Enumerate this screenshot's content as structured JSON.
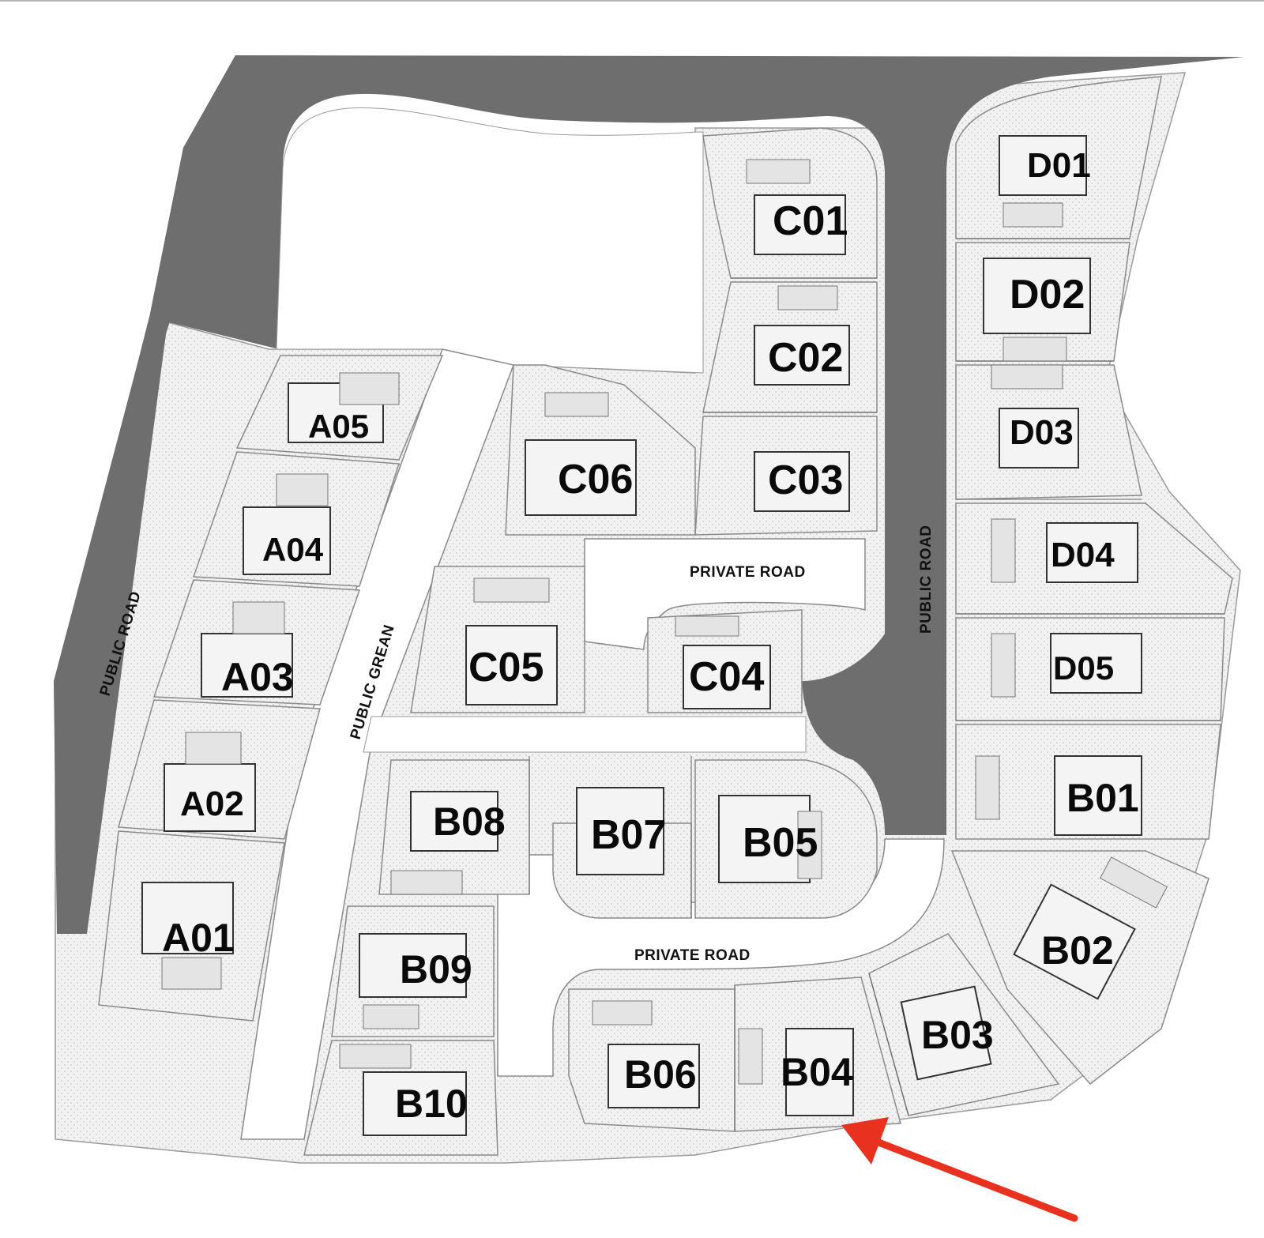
{
  "roads": {
    "public_road_west": "PUBLIC ROAD",
    "public_road_east": "PUBLIC ROAD",
    "public_green": "PUBLIC GREAN",
    "private_road_north": "PRIVATE ROAD",
    "private_road_south": "PRIVATE ROAD"
  },
  "plots": {
    "A01": "A01",
    "A02": "A02",
    "A03": "A03",
    "A04": "A04",
    "A05": "A05",
    "B01": "B01",
    "B02": "B02",
    "B03": "B03",
    "B04": "B04",
    "B05": "B05",
    "B06": "B06",
    "B07": "B07",
    "B08": "B08",
    "B09": "B09",
    "B10": "B10",
    "C01": "C01",
    "C02": "C02",
    "C03": "C03",
    "C04": "C04",
    "C05": "C05",
    "C06": "C06",
    "D01": "D01",
    "D02": "D02",
    "D03": "D03",
    "D04": "D04",
    "D05": "D05"
  },
  "colors": {
    "road": "#6e6e6e",
    "private_road": "#ffffff",
    "lot_fill": "#f0f0f0",
    "highlight_arrow": "#e8321f"
  },
  "icons": {
    "arrow": "arrow-pointer-icon"
  }
}
